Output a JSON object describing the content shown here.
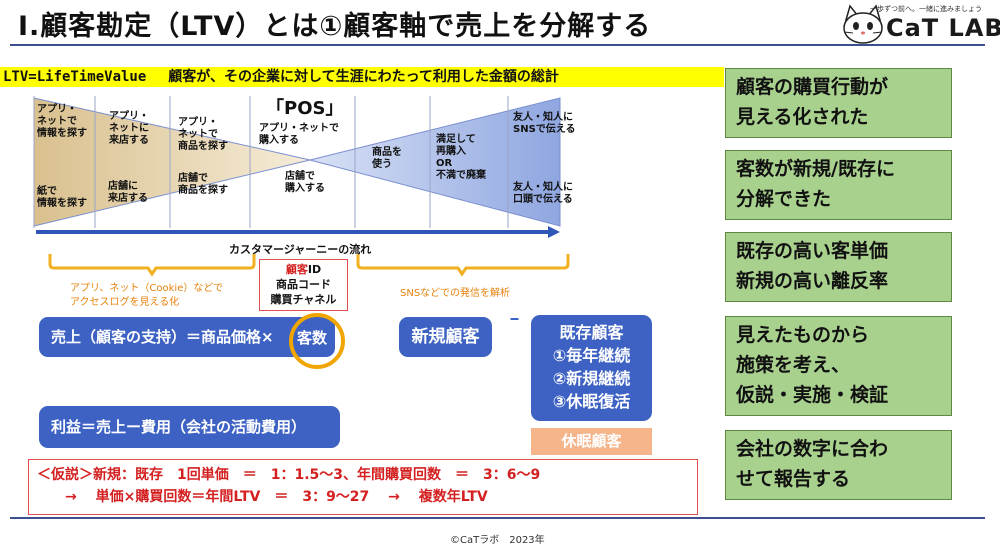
{
  "header": {
    "title": "Ⅰ.顧客勘定（LTV）とは①顧客軸で売上を分解する",
    "logo_tagline": "一歩ずつ前へ。一緒に進みましょう",
    "logo_text": "CaT LAB."
  },
  "definition": {
    "term": "LTV=LifeTimeValue",
    "text": "顧客が、その企業に対して生涯にわたって利用した金額の総計"
  },
  "journey": {
    "pos_label": "「POS」",
    "top_labels": [
      "アプリ・\nネットで\n情報を探す",
      "アプリ・\nネットに\n来店する",
      "アプリ・\nネットで\n商品を探す",
      "アプリ・ネットで\n購入する",
      "商品を\n使う",
      "満足して\n再購入\nOR\n不満で廃棄",
      "友人・知人に\nSNSで伝える"
    ],
    "bottom_labels": [
      "紙で\n情報を探す",
      "店舗に\n来店する",
      "店舗で\n商品を探す",
      "店舗で\n購入する",
      "友人・知人に\n口頭で伝える"
    ],
    "flow_label": "カスタマージャーニーの流れ",
    "left_note": "アプリ、ネット（Cookie）などで\nアクセスログを見える化",
    "right_note": "SNSなどでの発信を解析"
  },
  "id_box": {
    "line1_red": "顧客",
    "line1_rest": "ID",
    "line2": "商品コード",
    "line3": "購買チャネル"
  },
  "formula": {
    "sales": "売上（顧客の支持）＝商品価格×",
    "count": "客数",
    "profit": "利益＝売上ー費用（会社の活動費用）",
    "new_customer": "新規顧客",
    "existing_title": "既存顧客",
    "existing_items": [
      "①毎年継続",
      "②新規継続",
      "③休眠復活"
    ],
    "dormant": "休眠顧客"
  },
  "hypothesis": {
    "line1": "＜仮説＞新規：既存　1回単価　＝　1：1.5～3、年間購買回数　＝　3：6～9",
    "line2": "　　→　 単価×購買回数＝年間LTV　＝　3：9～27　 →　 複数年LTV"
  },
  "sidebar": [
    "顧客の購買行動が\n見える化された",
    "客数が新規/既存に\n分解できた",
    "既存の高い客単価\n新規の高い離反率",
    "見えたものから\n施策を考え、\n仮説・実施・検証",
    "会社の数字に合わ\nせて報告する"
  ],
  "footer": {
    "copyright": "©CaTラボ　2023年"
  },
  "colors": {
    "accent_blue": "#3d62c4",
    "green_box": "#a9d18e",
    "banner_yellow": "#ffff00",
    "hypothesis_red": "#d42020",
    "note_orange": "#e8820c"
  }
}
